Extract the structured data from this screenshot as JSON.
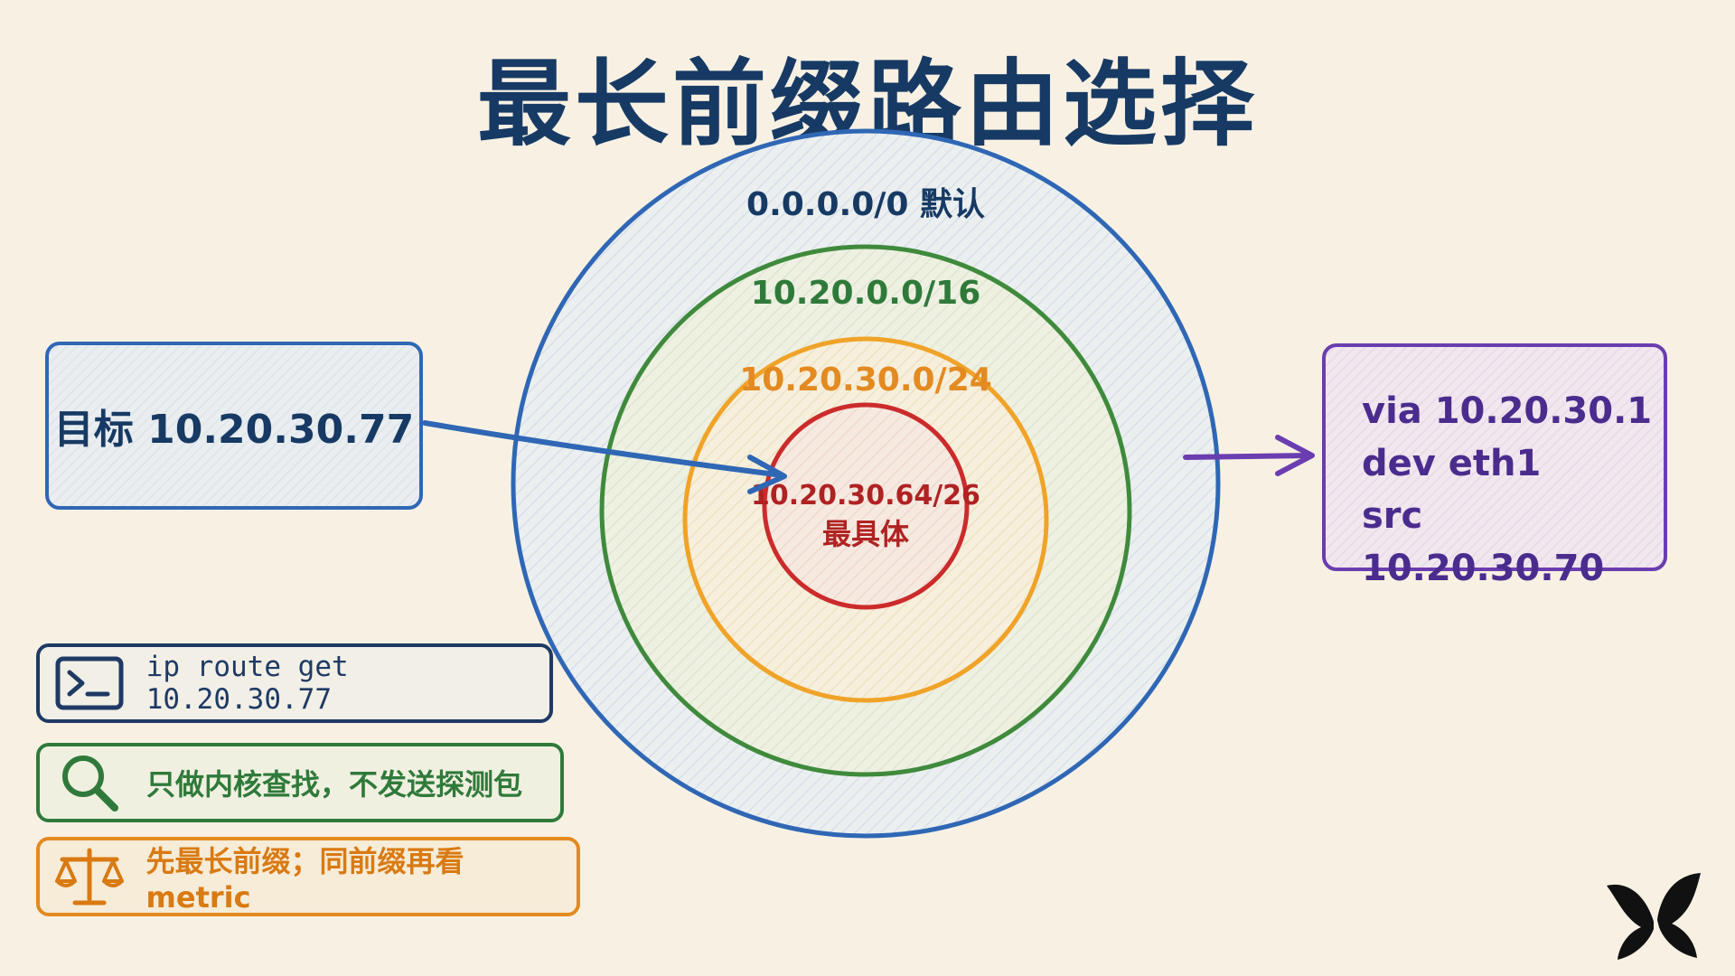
{
  "title": "最长前缀路由选择",
  "rings": [
    {
      "prefix": "0.0.0.0/0 默认",
      "color": "#2f67b5"
    },
    {
      "prefix": "10.20.0.0/16",
      "color": "#3f8a3c"
    },
    {
      "prefix": "10.20.30.0/24",
      "color": "#f0a328"
    },
    {
      "prefix": "10.20.30.64/26",
      "sublabel": "最具体",
      "color": "#cc2b2b"
    }
  ],
  "target": {
    "label": "目标 10.20.30.77"
  },
  "result": {
    "lines": [
      "via 10.20.30.1",
      "dev eth1",
      "src 10.20.30.70"
    ]
  },
  "legend": {
    "command": {
      "icon": "terminal-icon",
      "text": "ip route get 10.20.30.77"
    },
    "lookup": {
      "icon": "magnifier-icon",
      "text": "只做内核查找，不发送探测包"
    },
    "metric": {
      "icon": "balance-scale-icon",
      "text": "先最长前缀；同前缀再看 metric"
    }
  },
  "logo": {
    "icon": "butterfly-icon"
  },
  "colors": {
    "background": "#f8f1e3",
    "title": "#173a64",
    "blue": "#2f67b5",
    "green": "#3f8a3c",
    "orange": "#f0a328",
    "red": "#cc2b2b",
    "purple": "#6a3db0"
  }
}
